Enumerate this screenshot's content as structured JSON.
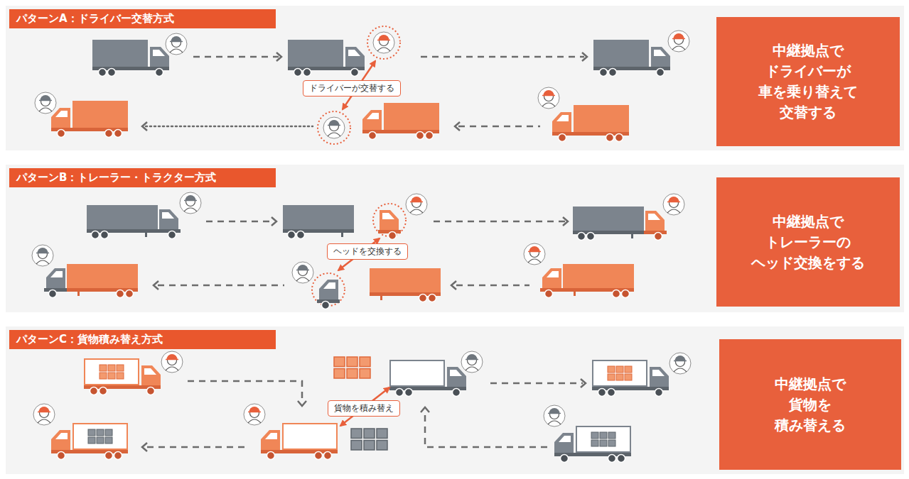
{
  "diagram": {
    "nodes": [
      {
        "text": [
          "パターンA：ドライバー交替方式"
        ]
      },
      {
        "text": [
          "ドライバーが交替する"
        ],
        "in": 0
      },
      {
        "text": [
          "中継拠点で ドライバーが 車を乗り替えて 交替する"
        ],
        "in": 0
      },
      {
        "text": [
          "パターンB：トレーラー・トラクター方式"
        ]
      },
      {
        "text": [
          "ヘッドを交換する"
        ],
        "in": 3
      },
      {
        "text": [
          "中継拠点で トレーラーの ヘッド交換をする"
        ],
        "in": 3
      },
      {
        "text": [
          "パターンC：貨物積み替え方式"
        ]
      },
      {
        "text": [
          "貨物を積み替え"
        ],
        "in": 6
      },
      {
        "text": [
          "中継拠点で 貨物を 積み替える"
        ],
        "in": 6
      }
    ]
  }
}
